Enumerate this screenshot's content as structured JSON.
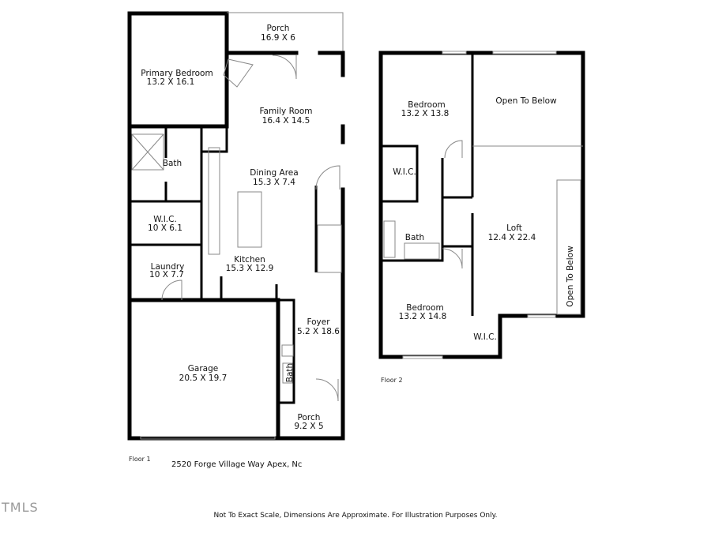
{
  "floor1": {
    "label": "Floor 1",
    "rooms": [
      {
        "name": "Porch",
        "dims": "16.9 X 6"
      },
      {
        "name": "Primary Bedroom",
        "dims": "13.2 X 16.1"
      },
      {
        "name": "Family Room",
        "dims": "16.4 X 14.5"
      },
      {
        "name": "Bath",
        "dims": ""
      },
      {
        "name": "Dining Area",
        "dims": "15.3 X 7.4"
      },
      {
        "name": "W.I.C.",
        "dims": "10 X 6.1"
      },
      {
        "name": "Laundry",
        "dims": "10 X 7.7"
      },
      {
        "name": "Kitchen",
        "dims": "15.3 X 12.9"
      },
      {
        "name": "Foyer",
        "dims": "5.2 X 18.6"
      },
      {
        "name": "Garage",
        "dims": "20.5 X 19.7"
      },
      {
        "name": "Bath",
        "dims": ""
      },
      {
        "name": "Porch",
        "dims": "9.2 X 5"
      }
    ]
  },
  "floor2": {
    "label": "Floor 2",
    "rooms": [
      {
        "name": "Bedroom",
        "dims": "13.2 X 13.8"
      },
      {
        "name": "Open To Below",
        "dims": ""
      },
      {
        "name": "W.I.C.",
        "dims": ""
      },
      {
        "name": "Loft",
        "dims": "12.4 X 22.4"
      },
      {
        "name": "Bath",
        "dims": ""
      },
      {
        "name": "Open To Below",
        "dims": ""
      },
      {
        "name": "Bedroom",
        "dims": "13.2 X 14.8"
      },
      {
        "name": "W.I.C.",
        "dims": ""
      }
    ]
  },
  "address": "2520 Forge Village Way Apex, Nc",
  "disclaimer": "Not To Exact Scale, Dimensions Are Approximate. For Illustration Purposes Only.",
  "watermark": "TMLS"
}
